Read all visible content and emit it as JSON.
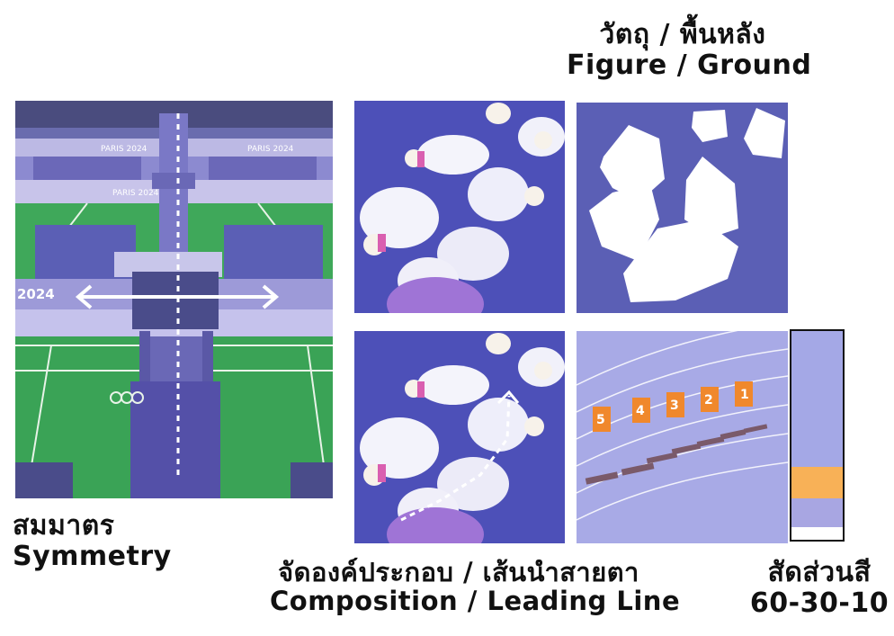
{
  "captions": {
    "symmetry_th": "สมมาตร",
    "symmetry_en": "Symmetry",
    "figure_th": "วัตถุ / พื้นหลัง",
    "figure_en": "Figure / Ground",
    "composition_th": "จัดองค์ประกอบ / เส้นนำสายตา",
    "composition_en": "Composition / Leading Line",
    "color_th": "สัดส่วนสี",
    "color_en": "60-30-10"
  },
  "venue_signage": {
    "banner": "PARIS 2024",
    "wall": "2024"
  },
  "track_blocks": [
    "5",
    "4",
    "3",
    "2",
    "1"
  ],
  "color_ratio": {
    "segments": [
      {
        "color": "#a4a8e6",
        "share": 65
      },
      {
        "color": "#f8b157",
        "share": 15
      },
      {
        "color": "#a8a6e2",
        "share": 14
      },
      {
        "color": "#ffffff",
        "share": 6
      }
    ]
  },
  "colors": {
    "purple": "#5b5fb5",
    "court_green": "#3fa85a",
    "orange": "#f0882c",
    "track_lilac": "#a8aae6"
  }
}
